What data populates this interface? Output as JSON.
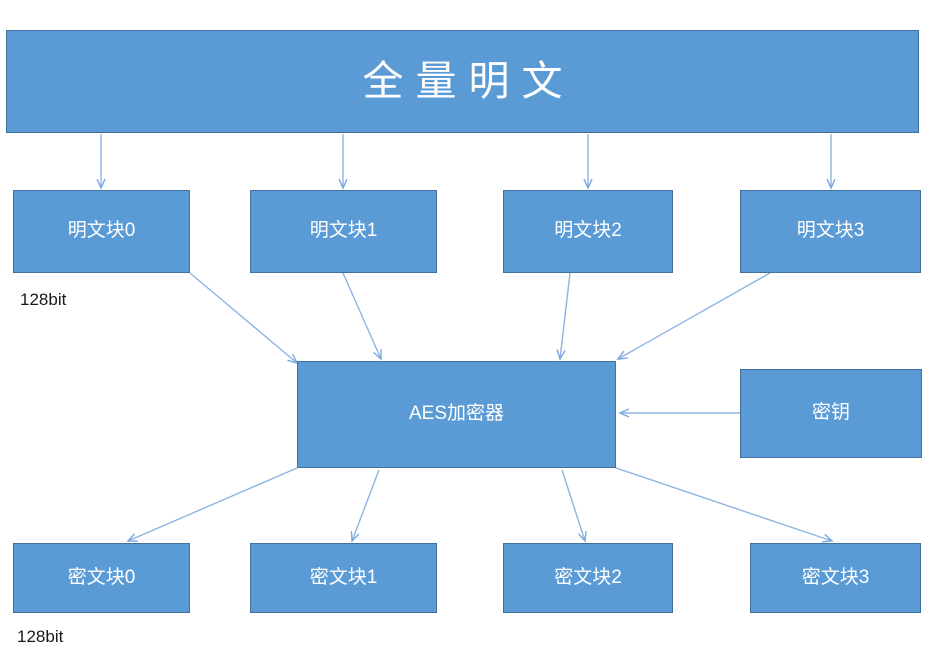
{
  "diagram": {
    "title_bar": {
      "label": "全量明文"
    },
    "plaintext_blocks": [
      {
        "label": "明文块0"
      },
      {
        "label": "明文块1"
      },
      {
        "label": "明文块2"
      },
      {
        "label": "明文块3"
      }
    ],
    "cipher_blocks": [
      {
        "label": "密文块0"
      },
      {
        "label": "密文块1"
      },
      {
        "label": "密文块2"
      },
      {
        "label": "密文块3"
      }
    ],
    "encryptor": {
      "label": "AES加密器"
    },
    "key": {
      "label": "密钥"
    },
    "notes": {
      "plaintext_size": "128bit",
      "ciphertext_size": "128bit"
    },
    "colors": {
      "node_fill": "#5B9BD5",
      "node_border": "#41719C",
      "node_text": "#ffffff",
      "edge": "#8EB4E3",
      "note_text": "#1a1a1a",
      "background": "#ffffff"
    }
  }
}
